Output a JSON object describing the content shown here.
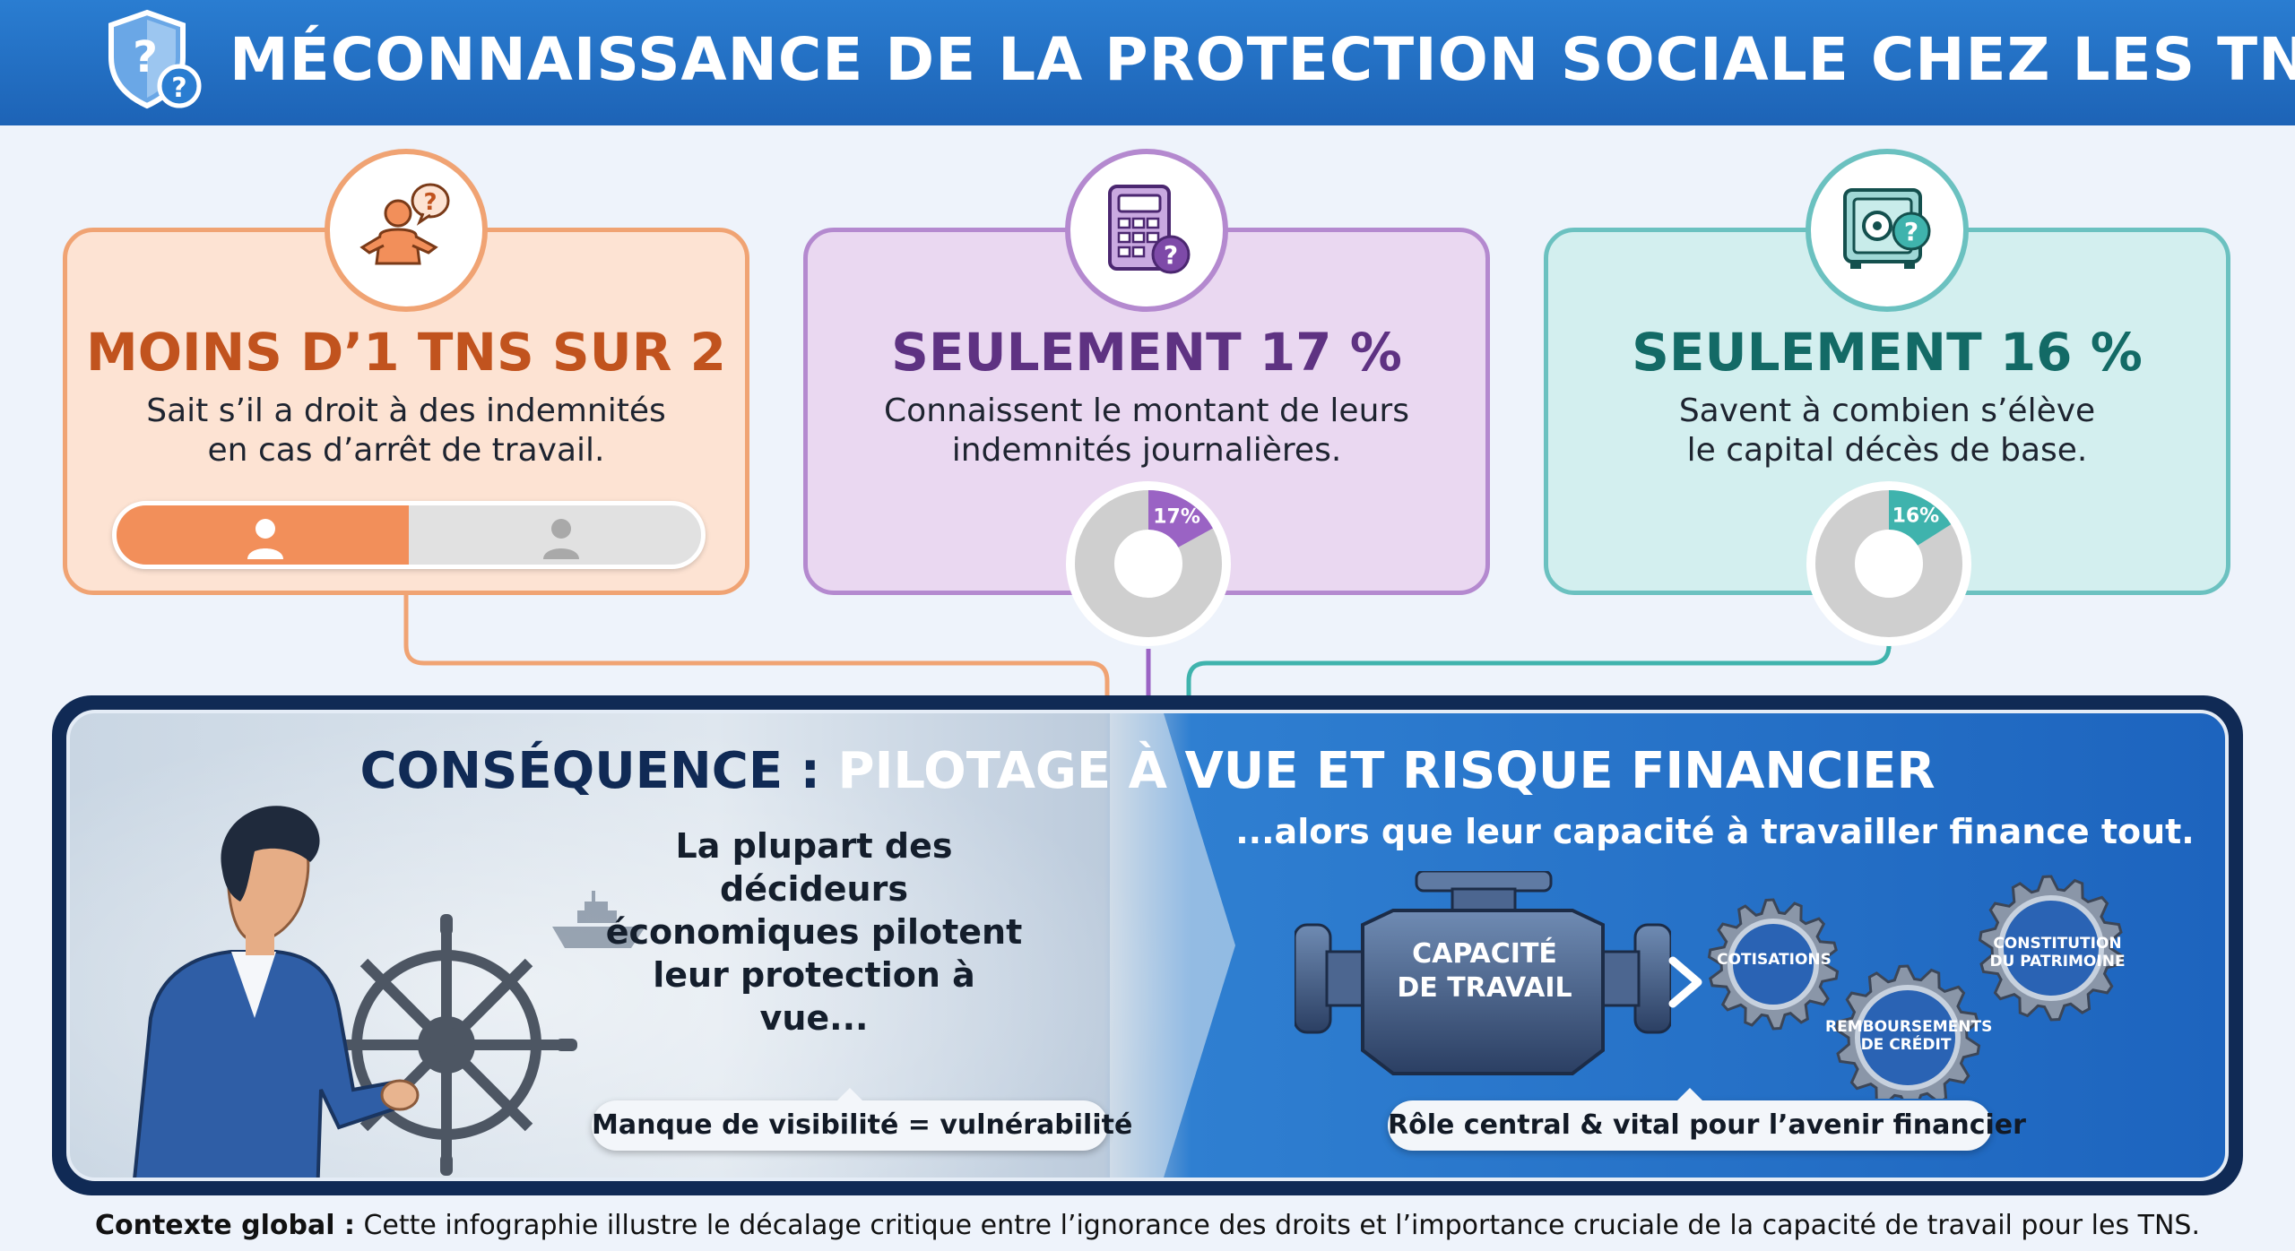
{
  "header": {
    "title": "MÉCONNAISSANCE DE LA PROTECTION SOCIALE CHEZ LES TNS",
    "shield_icon": "shield-question-icon"
  },
  "cards": [
    {
      "icon": "person-question-icon",
      "title": "MOINS D’1 TNS SUR 2",
      "desc_line1": "Sait s’il a droit à des indemnités",
      "desc_line2": "en cas d’arrêt de travail.",
      "bar_fraction": 0.5,
      "accent": "#f28f5a"
    },
    {
      "icon": "calculator-question-icon",
      "title": "SEULEMENT 17 %",
      "desc_line1": "Connaissent le montant de leurs",
      "desc_line2": "indemnités journalières.",
      "donut_value": 17,
      "donut_label": "17%",
      "accent": "#9a63c4"
    },
    {
      "icon": "safe-question-icon",
      "title": "SEULEMENT 16 %",
      "desc_line1": "Savent à combien s’élève",
      "desc_line2": "le capital décès de base.",
      "donut_value": 16,
      "donut_label": "16%",
      "accent": "#3fb3ad"
    }
  ],
  "consequence": {
    "title_part1": "CONSÉQUENCE :",
    "title_part2": "PILOTAGE À VUE ET RISQUE FINANCIER",
    "left_line1": "La plupart des décideurs",
    "left_line2": "économiques pilotent",
    "left_line3": "leur protection à vue...",
    "right_text": "...alors que leur capacité à travailler finance tout.",
    "pill_left": "Manque de visibilité = vulnérabilité",
    "pill_right": "Rôle central & vital pour l’avenir financier",
    "engine_line1": "CAPACITÉ",
    "engine_line2": "DE TRAVAIL",
    "gear1": "COTISATIONS",
    "gear2_line1": "REMBOURSEMENTS",
    "gear2_line2": "DE CRÉDIT",
    "gear3_line1": "CONSTITUTION",
    "gear3_line2": "DU PATRIMOINE"
  },
  "footer": {
    "label": "Contexte global :",
    "text": " Cette infographie illustre le décalage critique entre l’ignorance des droits et l’importance cruciale de la capacité de travail pour les TNS."
  }
}
